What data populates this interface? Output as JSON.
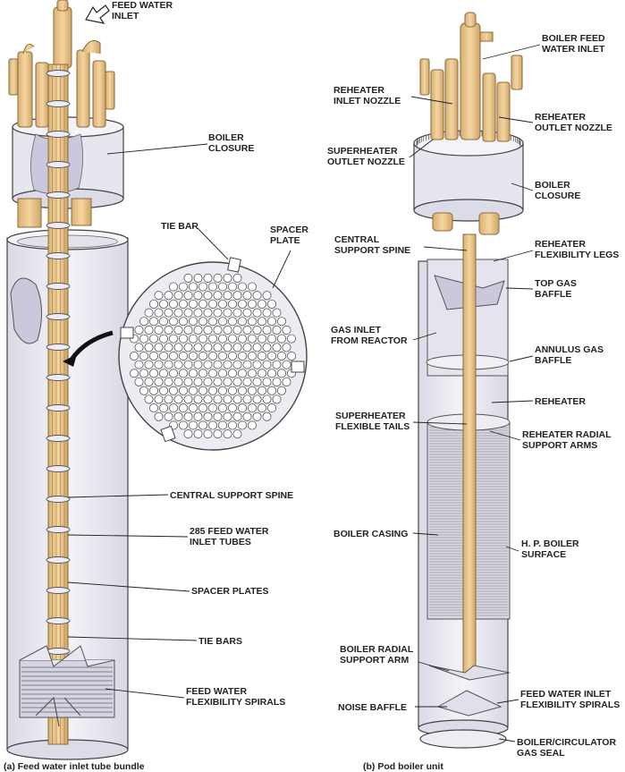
{
  "left_labels": {
    "feed_water_inlet": [
      "FEED WATER",
      "INLET"
    ],
    "boiler_closure": [
      "BOILER",
      "CLOSURE"
    ],
    "tie_bar": [
      "TIE BAR"
    ],
    "spacer_plate": [
      "SPACER",
      "PLATE"
    ],
    "central_support_spine": [
      "CENTRAL SUPPORT SPINE"
    ],
    "feed_water_inlet_tubes": [
      "285 FEED WATER",
      "INLET TUBES"
    ],
    "spacer_plates": [
      "SPACER PLATES"
    ],
    "tie_bars": [
      "TIE BARS"
    ],
    "feed_water_flexibility_spirals": [
      "FEED WATER",
      "FLEXIBILITY SPIRALS"
    ]
  },
  "right_labels": {
    "boiler_feed_water_inlet": [
      "BOILER FEED",
      "WATER INLET"
    ],
    "reheater_inlet_nozzle": [
      "REHEATER",
      "INLET NOZZLE"
    ],
    "reheater_outlet_nozzle": [
      "REHEATER",
      "OUTLET NOZZLE"
    ],
    "superheater_outlet_nozzle": [
      "SUPERHEATER",
      "OUTLET NOZZLE"
    ],
    "boiler_closure": [
      "BOILER",
      "CLOSURE"
    ],
    "central_support_spine": [
      "CENTRAL",
      "SUPPORT SPINE"
    ],
    "reheater_flexibility_legs": [
      "REHEATER",
      "FLEXIBILITY LEGS"
    ],
    "top_gas_baffle": [
      "TOP GAS",
      "BAFFLE"
    ],
    "gas_inlet_from_reactor": [
      "GAS INLET",
      "FROM REACTOR"
    ],
    "annulus_gas_baffle": [
      "ANNULUS GAS",
      "BAFFLE"
    ],
    "reheater": [
      "REHEATER"
    ],
    "superheater_flexible_tails": [
      "SUPERHEATER",
      "FLEXIBLE TAILS"
    ],
    "reheater_radial_support_arms": [
      "REHEATER RADIAL",
      "SUPPORT ARMS"
    ],
    "boiler_casing": [
      "BOILER CASING"
    ],
    "hp_boiler_surface": [
      "H. P. BOILER",
      "SURFACE"
    ],
    "boiler_radial_support_arm": [
      "BOILER RADIAL",
      "SUPPORT ARM"
    ],
    "noise_baffle": [
      "NOISE BAFFLE"
    ],
    "feed_water_inlet_flexibility_spirals": [
      "FEED WATER INLET",
      "FLEXIBILITY SPIRALS"
    ],
    "boiler_circulator_gas_seal": [
      "BOILER/CIRCULATOR",
      "GAS SEAL"
    ]
  },
  "captions": {
    "left": "(a) Feed water inlet tube bundle",
    "right": "(b) Pod boiler unit"
  },
  "colors": {
    "tube_tan": "#EFCB8E",
    "tube_dark": "#B8935A",
    "casing_fill": "#EEEEF4",
    "casing_shade": "#C9C8DD",
    "outline": "#444444"
  }
}
